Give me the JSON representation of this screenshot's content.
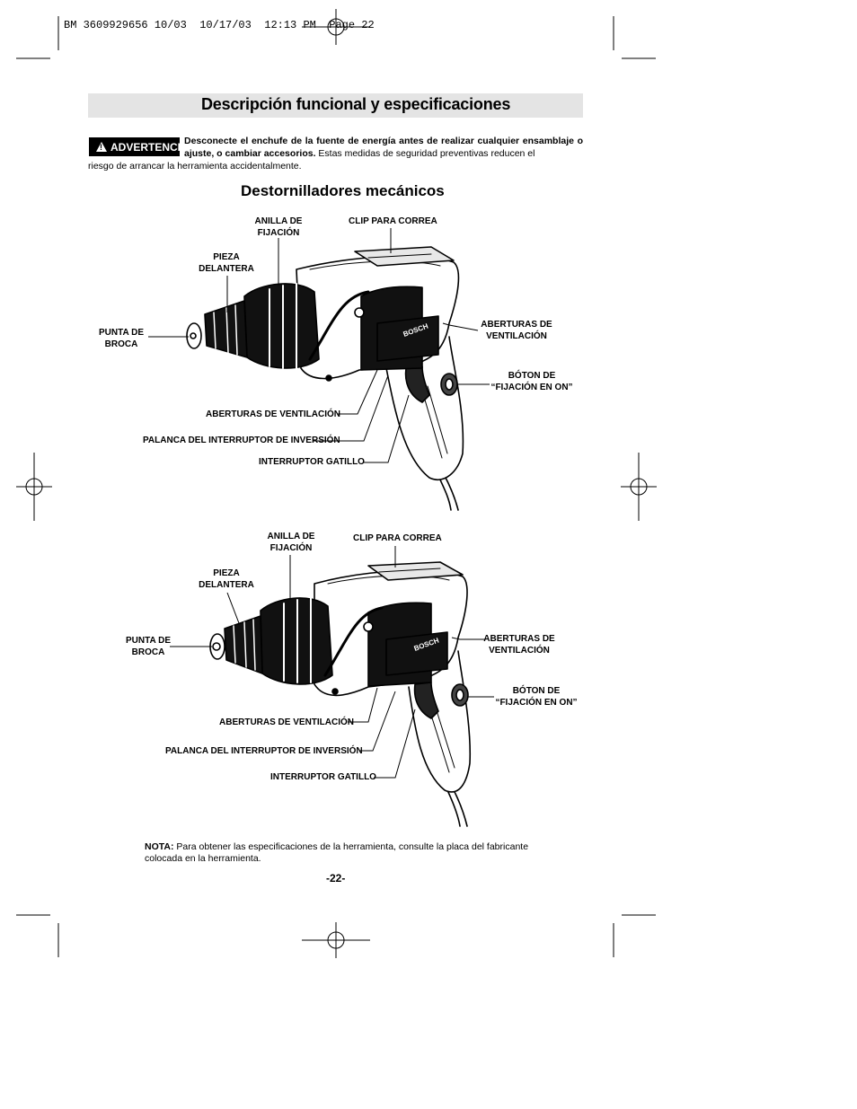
{
  "print_slug": "BM 3609929656 10/03  10/17/03  12:13 PM  Page 22",
  "header": {
    "title": "Descripción funcional y especificaciones"
  },
  "warning": {
    "badge": "ADVERTENCIA",
    "bold_text": "Desconecte el enchufe de la fuente de energía antes de realizar cualquier ensamblaje o ajuste, o cambiar accesorios.",
    "normal_text_1": "Estas medidas de seguridad preventivas reducen el",
    "normal_text_2": "riesgo de arrancar la herramienta accidentalmente."
  },
  "section": {
    "title": "Destornilladores mecánicos"
  },
  "diagram1": {
    "brand": "BOSCH",
    "labels": {
      "anilla_1": "ANILLA DE",
      "anilla_2": "FIJACIÓN",
      "clip": "CLIP PARA CORREA",
      "pieza_1": "PIEZA",
      "pieza_2": "DELANTERA",
      "punta_1": "PUNTA DE",
      "punta_2": "BROCA",
      "aberturas_r_1": "ABERTURAS DE",
      "aberturas_r_2": "VENTILACIÓN",
      "boton_1": "BÓTON DE",
      "boton_2": "“FIJACIÓN EN ON”",
      "aberturas_l": "ABERTURAS DE VENTILACIÓN",
      "palanca": "PALANCA DEL INTERRUPTOR DE INVERSIÓN",
      "gatillo": "INTERRUPTOR GATILLO"
    }
  },
  "diagram2": {
    "brand": "BOSCH",
    "labels": {
      "anilla_1": "ANILLA DE",
      "anilla_2": "FIJACIÓN",
      "clip": "CLIP PARA CORREA",
      "pieza_1": "PIEZA",
      "pieza_2": "DELANTERA",
      "punta_1": "PUNTA DE",
      "punta_2": "BROCA",
      "aberturas_r_1": "ABERTURAS DE",
      "aberturas_r_2": "VENTILACIÓN",
      "boton_1": "BÓTON DE",
      "boton_2": "“FIJACIÓN EN ON”",
      "aberturas_l": "ABERTURAS DE VENTILACIÓN",
      "palanca": "PALANCA DEL INTERRUPTOR DE INVERSIÓN",
      "gatillo": "INTERRUPTOR GATILLO"
    }
  },
  "note": {
    "label": "NOTA:",
    "text": "Para obtener las especificaciones de la herramienta, consulte la placa del fabricante colocada en la herramienta."
  },
  "page_number": "-22-"
}
